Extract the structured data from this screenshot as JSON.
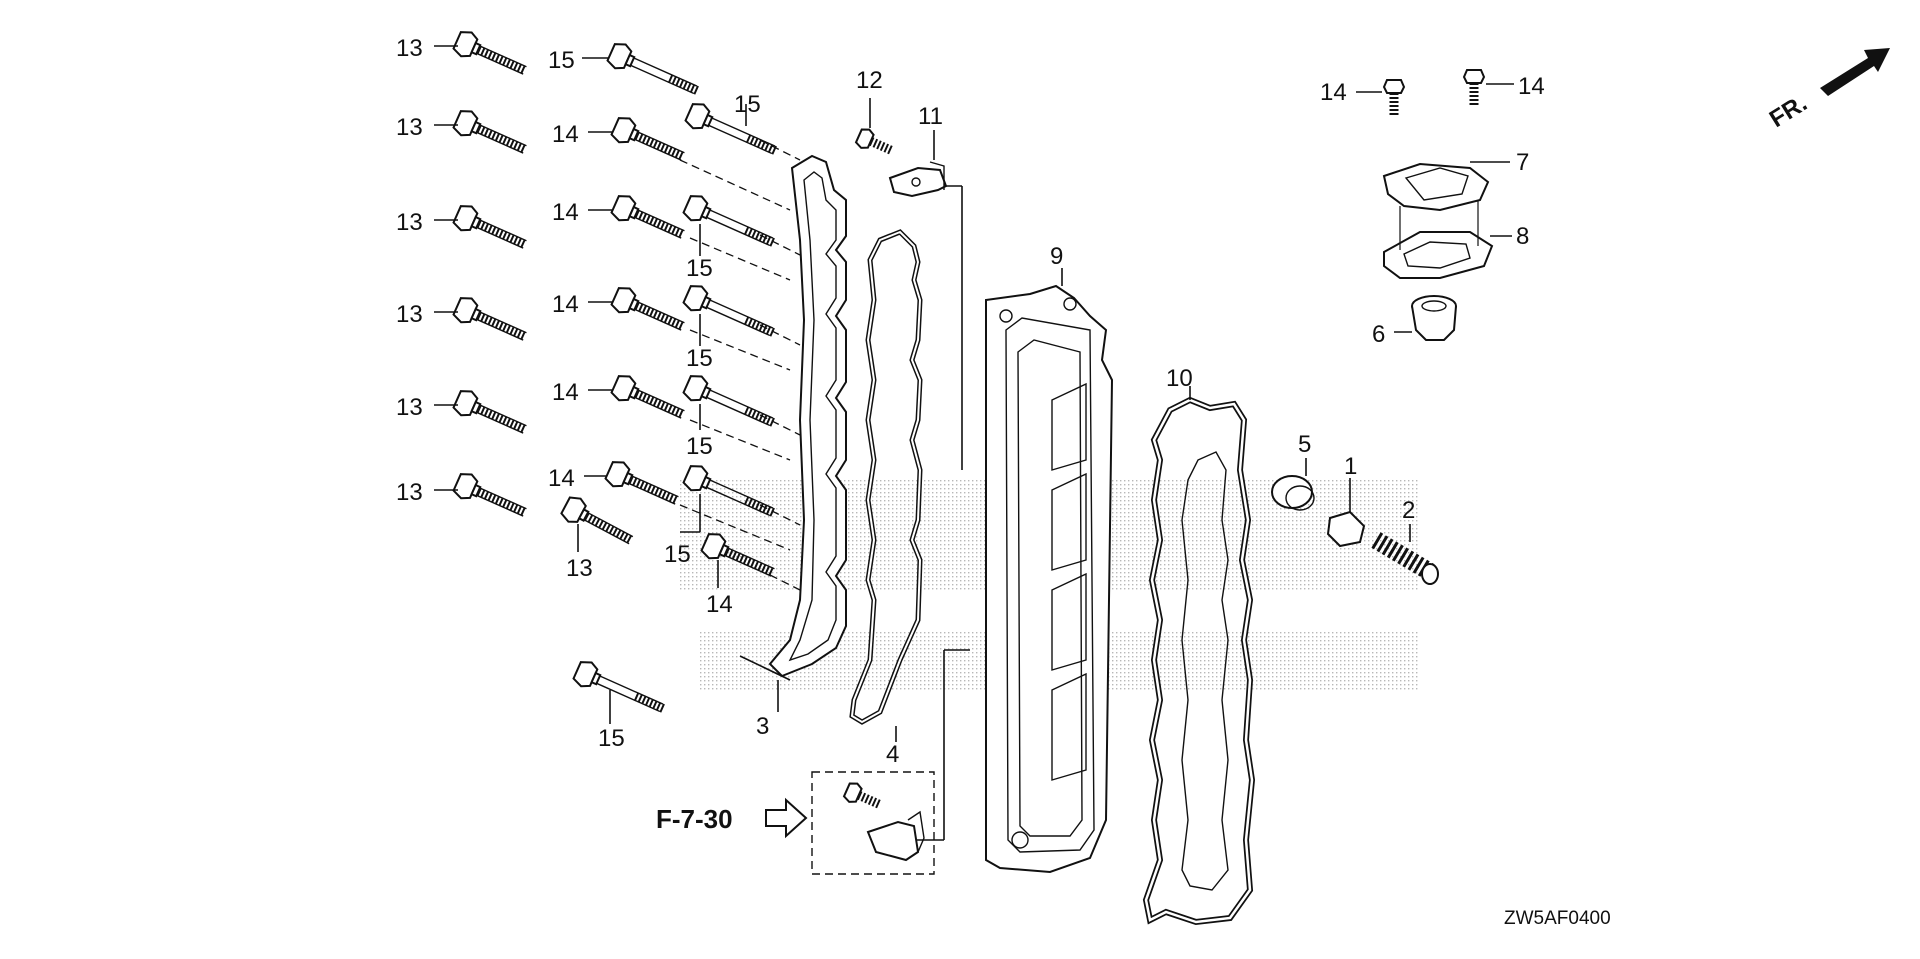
{
  "diagram": {
    "callouts": {
      "c1": "1",
      "c2": "2",
      "c3": "3",
      "c4": "4",
      "c5": "5",
      "c6": "6",
      "c7": "7",
      "c8": "8",
      "c9": "9",
      "c10": "10",
      "c11": "11",
      "c12": "12",
      "c13": "13",
      "c14": "14",
      "c15": "15"
    },
    "reference": "F-7-30",
    "direction_label": "FR.",
    "diagram_code": "ZW5AF0400"
  }
}
